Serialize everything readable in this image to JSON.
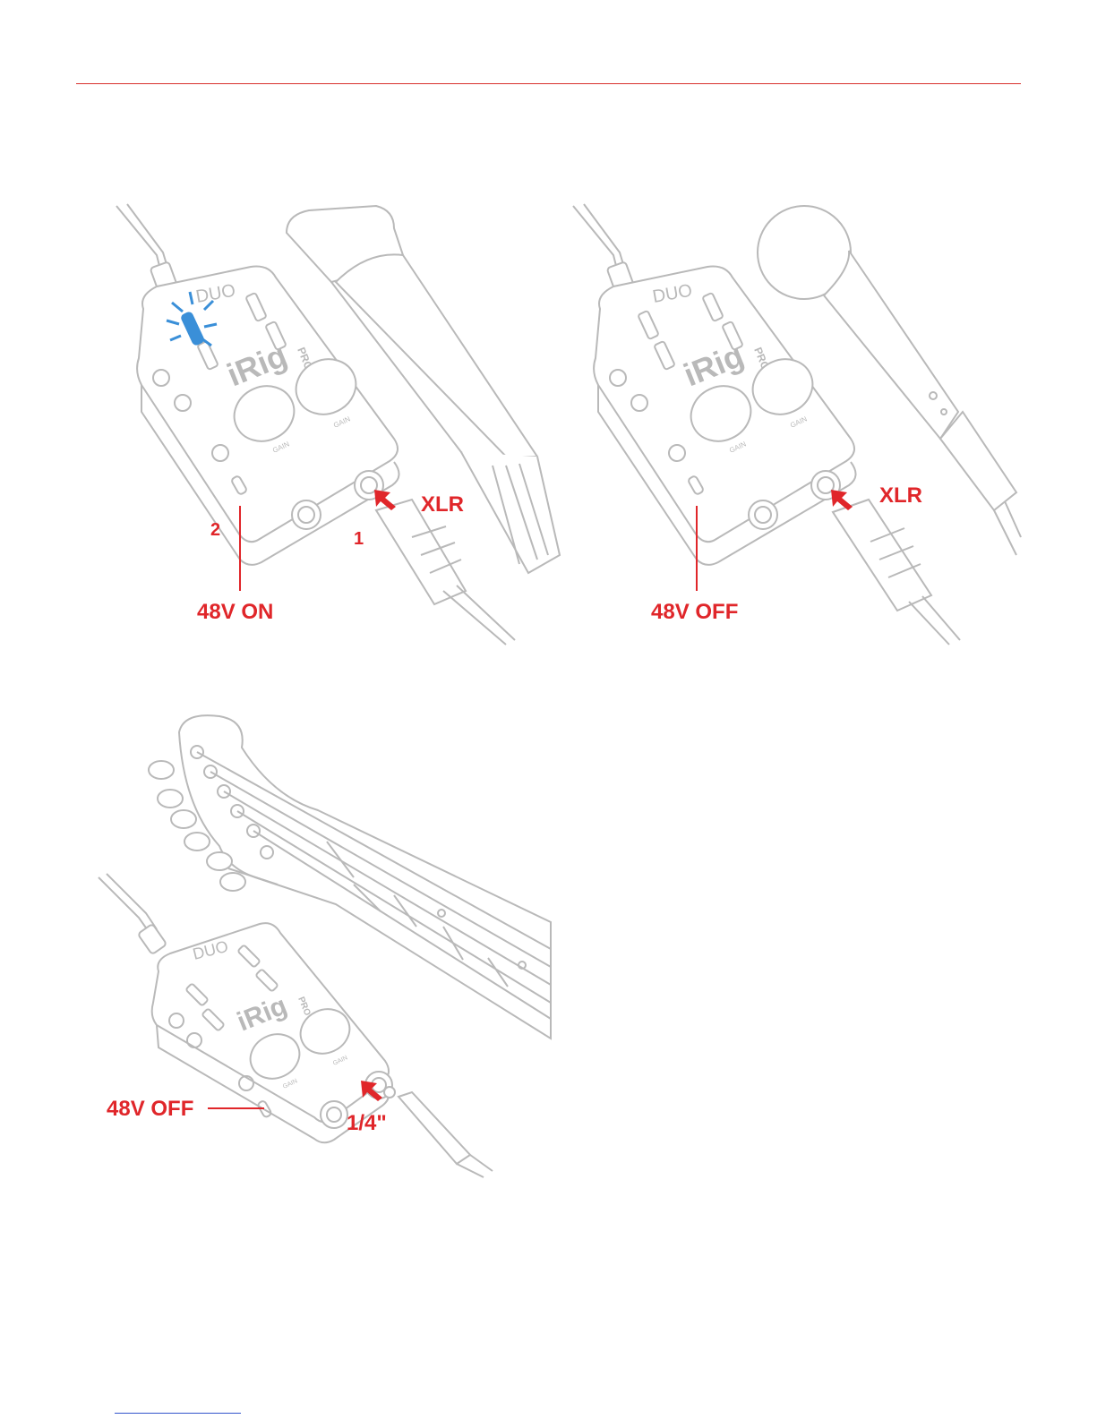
{
  "device": {
    "brand": "iRig",
    "model_sup": "PRO",
    "variant": "DUO",
    "knob_label": "GAIN"
  },
  "figure1": {
    "step1": "1",
    "step2": "2",
    "connector": "XLR",
    "phantom": "48V ON"
  },
  "figure2": {
    "connector": "XLR",
    "phantom": "48V OFF"
  },
  "figure3": {
    "connector": "1/4\"",
    "phantom": "48V OFF"
  },
  "colors": {
    "accent": "#e0262a",
    "led_on": "#3a8fd8",
    "outline": "#b9b9b9"
  }
}
